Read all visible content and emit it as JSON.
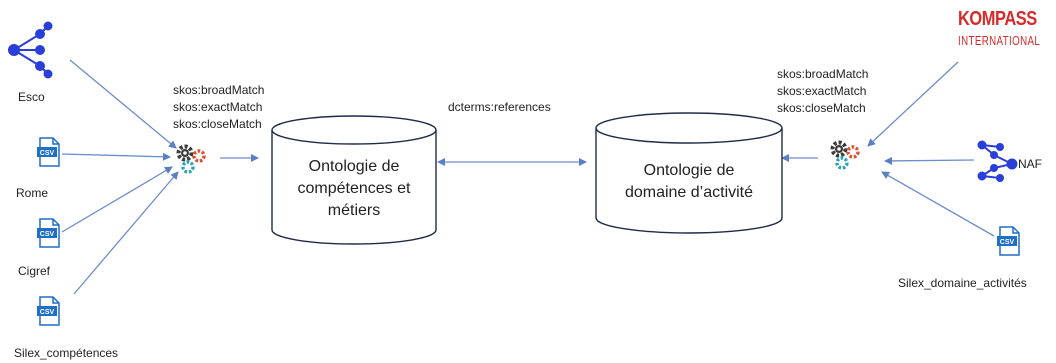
{
  "sources_left": {
    "esco": "Esco",
    "rome": "Rome",
    "cigref": "Cigref",
    "silex_competences": "Silex_compétences"
  },
  "sources_right": {
    "kompass_line1": "KOMPASS",
    "kompass_line2": "INTERNATIONAL",
    "naf": "NAF",
    "silex_domaine": "Silex_domaine_activités"
  },
  "csv_badge": "CSV",
  "predicates_left": [
    "skos:broadMatch",
    "skos:exactMatch",
    "skos:closeMatch"
  ],
  "predicates_right": [
    "skos:broadMatch",
    "skos:exactMatch",
    "skos:closeMatch"
  ],
  "link_label": "dcterms:references",
  "db_left": [
    "Ontologie de",
    "compétences et",
    "métiers"
  ],
  "db_right": [
    "Ontologie de",
    "domaine d’activité"
  ],
  "colors": {
    "arrow": "#5b7fc4",
    "network": "#2a3fd8",
    "csv": "#1f6fc7",
    "kompass": "#d62b2b"
  }
}
